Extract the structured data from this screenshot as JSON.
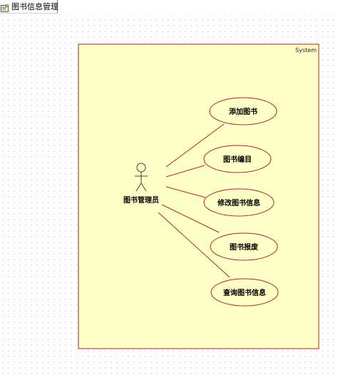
{
  "tab": {
    "title": "图书信息管理",
    "icon": "diagram-icon"
  },
  "system": {
    "label": "System"
  },
  "actor": {
    "label": "图书管理员",
    "icon": "stick-figure-icon"
  },
  "use_cases": [
    {
      "label": "添加图书"
    },
    {
      "label": "图书编目"
    },
    {
      "label": "修改图书信息"
    },
    {
      "label": "图书报废"
    },
    {
      "label": "查询图书信息"
    }
  ],
  "colors": {
    "boundary_fill": "#ffffc8",
    "boundary_stroke": "#a52a2a",
    "use_case_fill": "#ffffc8",
    "use_case_stroke": "#a52a2a",
    "association": "#a52a2a",
    "actor": "#404040"
  }
}
